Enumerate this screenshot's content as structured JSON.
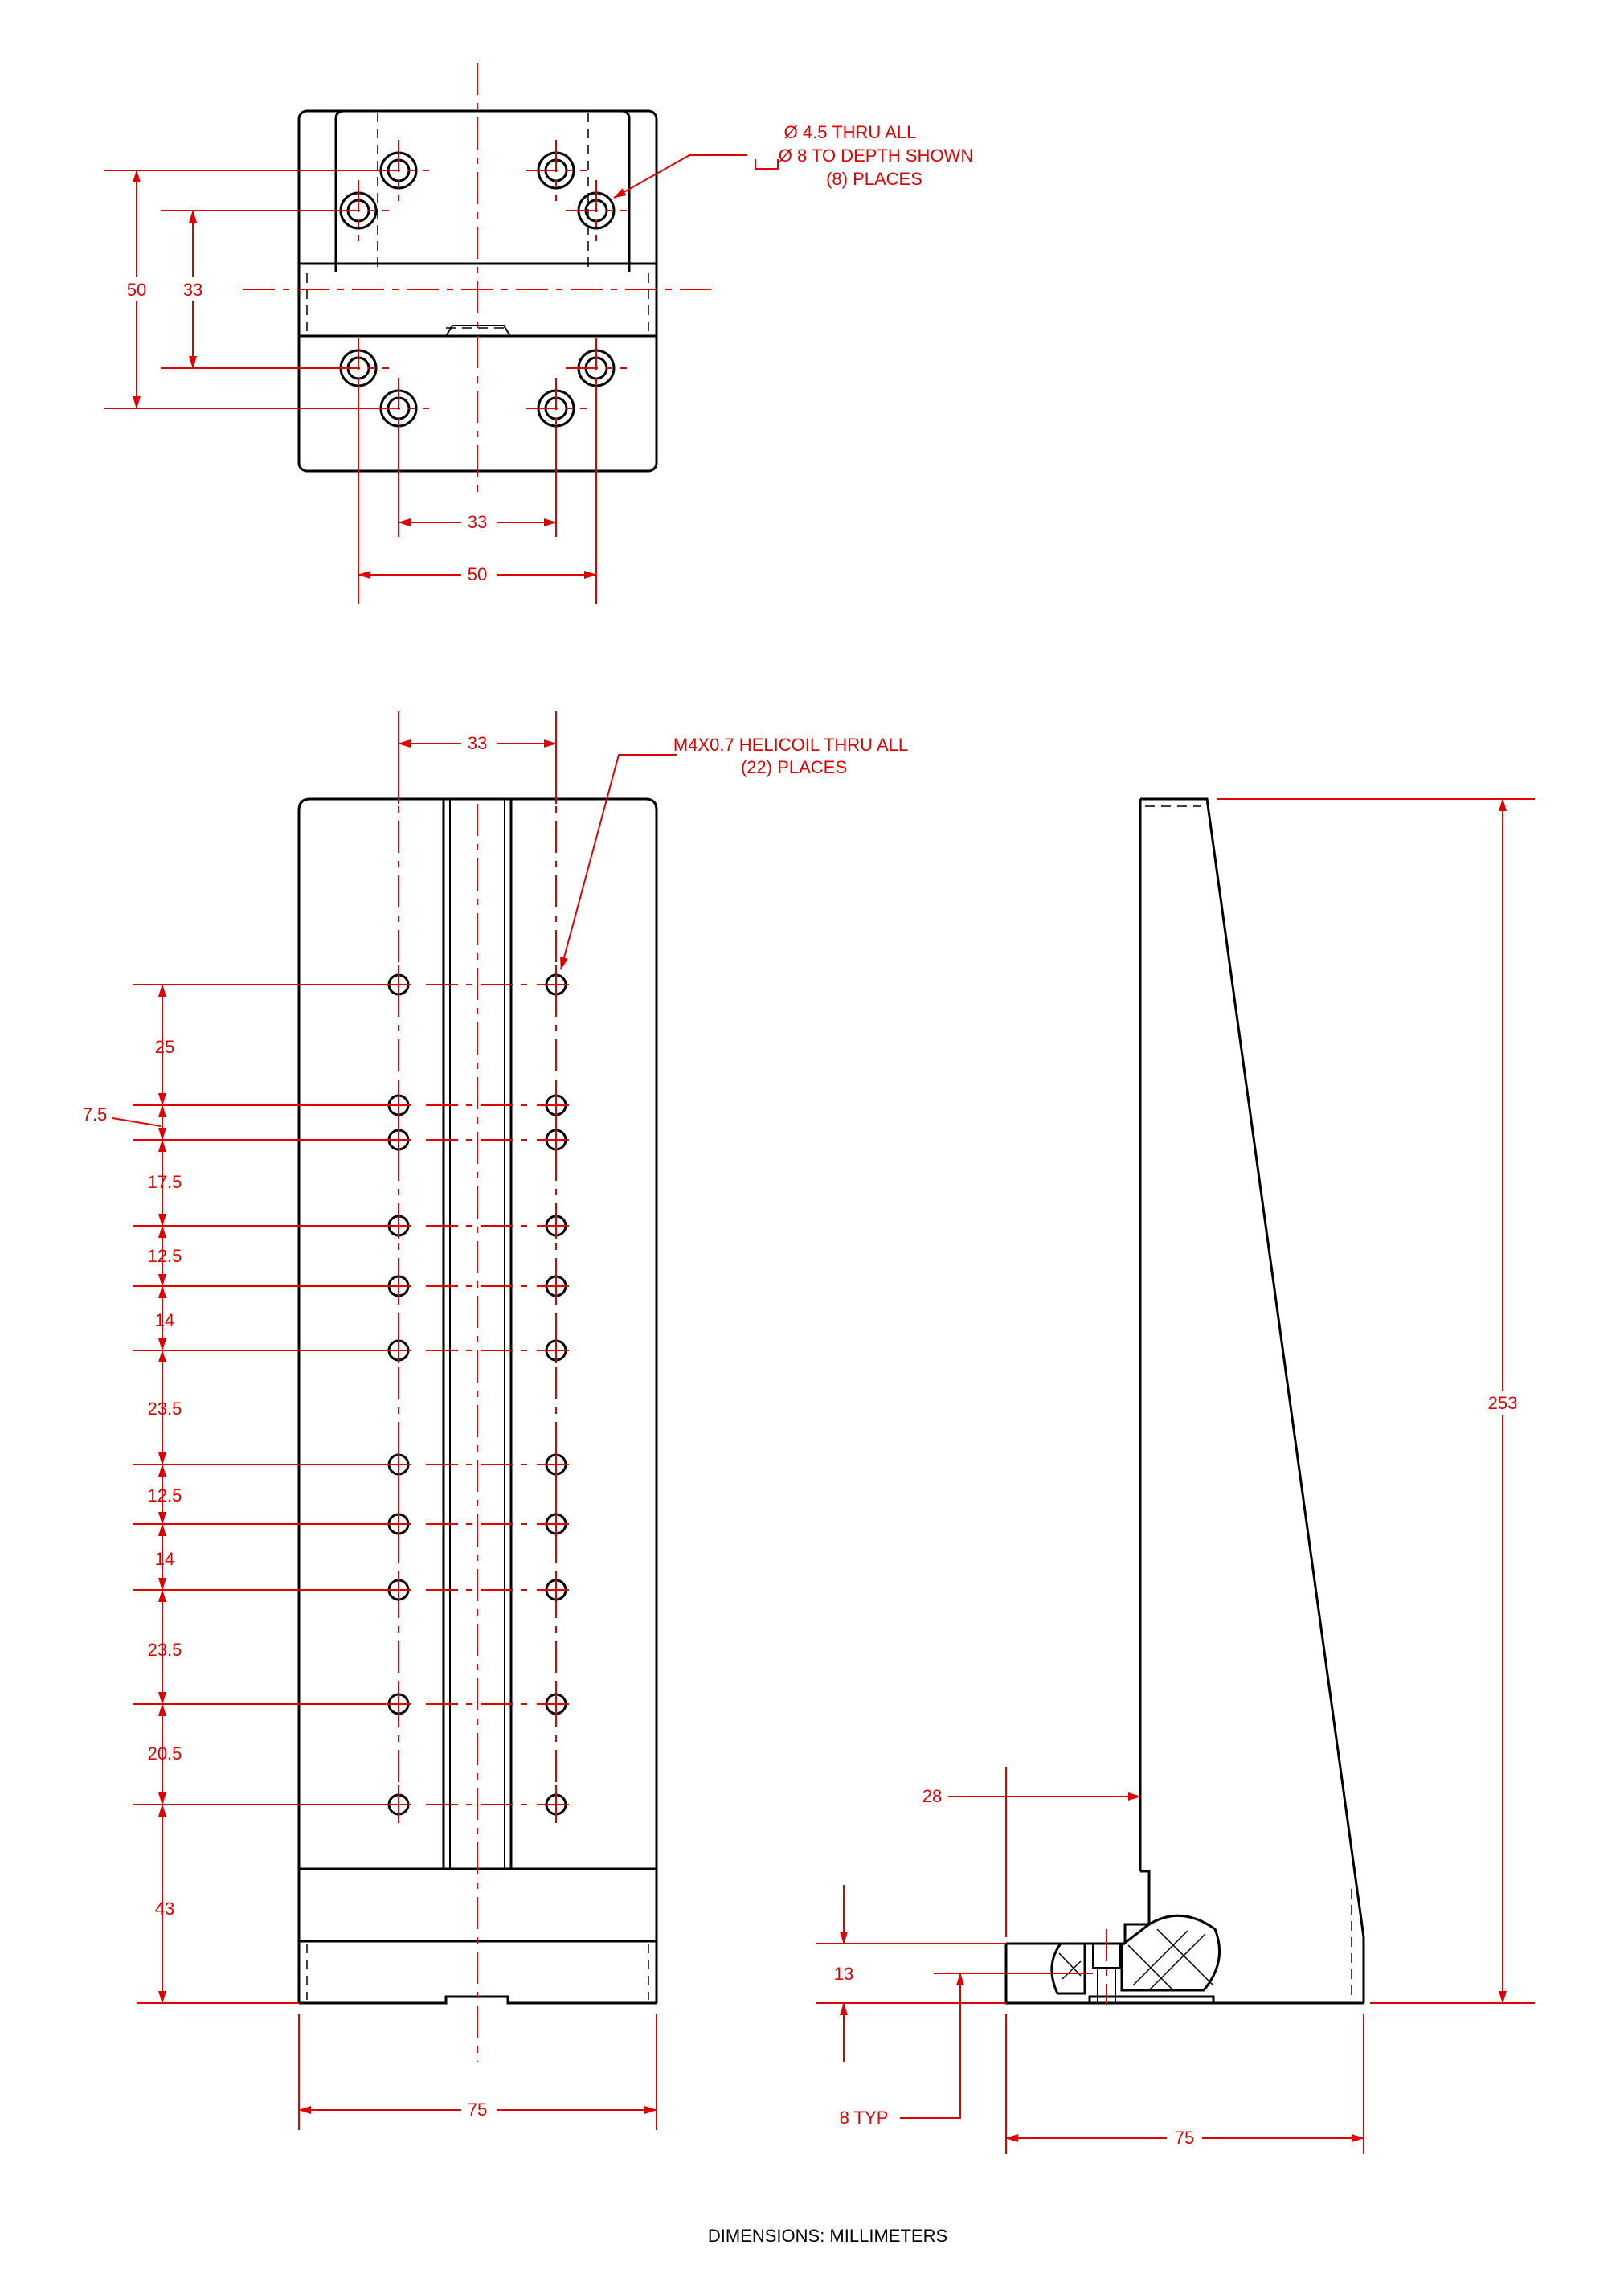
{
  "colors": {
    "dimension": "#e00000",
    "outline": "#000000",
    "background": "#ffffff"
  },
  "top_view": {
    "dim_vertical_outer": "50",
    "dim_vertical_inner": "33",
    "dim_horizontal_inner": "33",
    "dim_horizontal_outer": "50",
    "note_line1": "Ø 4.5 THRU ALL",
    "note_line2": "Ø 8 TO DEPTH SHOWN",
    "note_line3": "(8) PLACES"
  },
  "front_view": {
    "dim_top_spacing": "33",
    "note_line1": "M4X0.7 HELICOIL THRU ALL",
    "note_line2": "(22) PLACES",
    "spacing_labels": [
      "25",
      "7.5",
      "17.5",
      "12.5",
      "14",
      "23.5",
      "12.5",
      "14",
      "23.5",
      "20.5",
      "43"
    ],
    "dim_width": "75"
  },
  "side_view": {
    "dim_height": "253",
    "dim_offset": "28",
    "dim_base": "13",
    "dim_holes": "8 TYP",
    "dim_width": "75"
  },
  "footer": {
    "units": "DIMENSIONS:  MILLIMETERS"
  }
}
